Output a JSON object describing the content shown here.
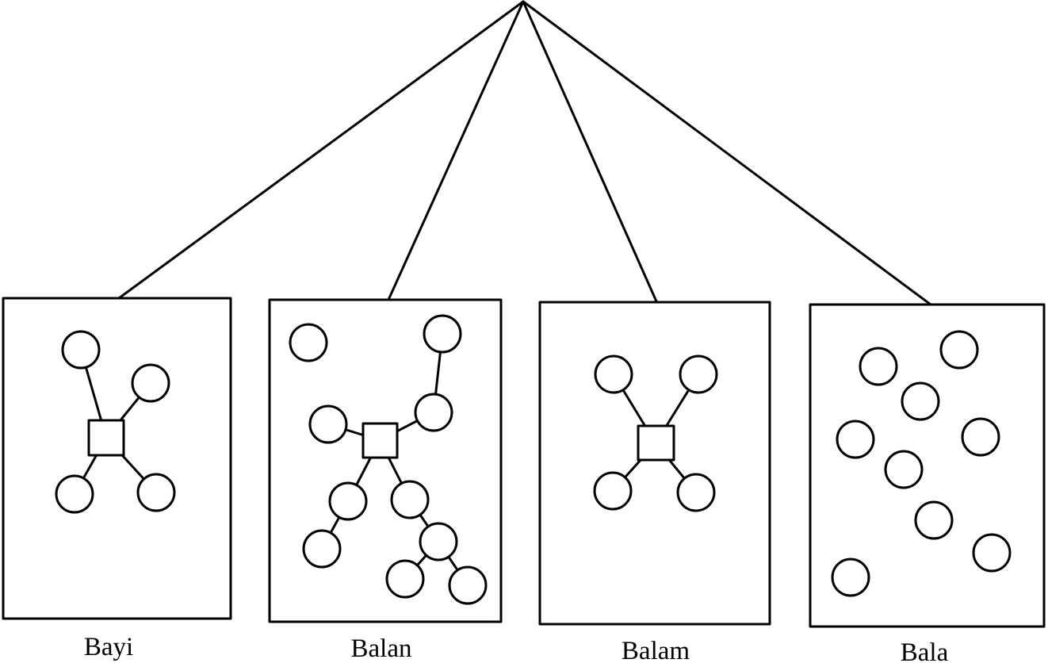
{
  "diagram": {
    "panels": [
      {
        "id": "bayi",
        "label": "Bayi"
      },
      {
        "id": "balan",
        "label": "Balan"
      },
      {
        "id": "balam",
        "label": "Balam"
      },
      {
        "id": "bala",
        "label": "Bala"
      }
    ],
    "colors": {
      "stroke": "#000000",
      "background": "#ffffff"
    }
  }
}
